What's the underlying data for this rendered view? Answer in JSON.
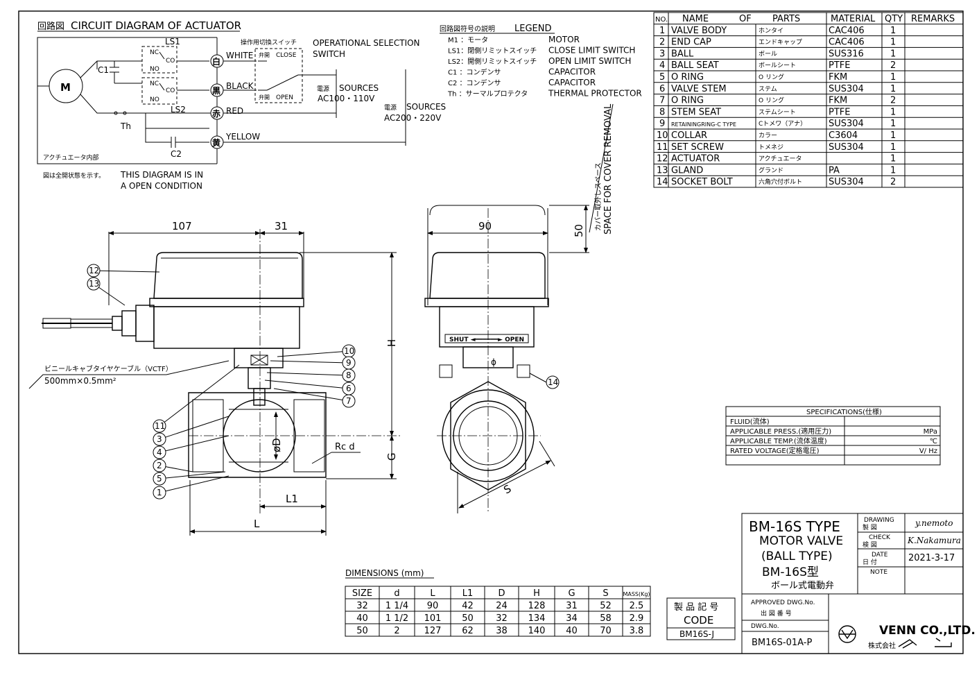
{
  "circuit": {
    "title_jp": "回路図",
    "title": "CIRCUIT DIAGRAM OF ACTUATOR",
    "motor": "M",
    "c1": "C1",
    "c2": "C2",
    "ls1": "LS1",
    "ls2": "LS2",
    "th": "Th",
    "nc": "NC",
    "no": "NO",
    "co": "CO",
    "wires": [
      {
        "kanji": "白",
        "color": "WHITE"
      },
      {
        "kanji": "黒",
        "color": "BLACK"
      },
      {
        "kanji": "赤",
        "color": "RED"
      },
      {
        "kanji": "黄",
        "color": "YELLOW"
      }
    ],
    "switch_jp": "操作用切換スイッチ",
    "switch_label": "OPERATIONAL SELECTION",
    "switch_label2": "SWITCH",
    "close_jp": "弁開",
    "close": "CLOSE",
    "open_jp": "弁開",
    "open": "OPEN",
    "source_jp": "電源",
    "source1": "SOURCES",
    "source1_v": "AC100・110V",
    "source2": "SOURCES",
    "source2_v": "AC200・220V",
    "inside_jp": "アクチュエータ内部",
    "note_jp": "図は全開状態を示す。",
    "note1": "THIS DIAGRAM IS IN",
    "note2": "A OPEN CONDITION"
  },
  "legend": {
    "title_jp": "回路図符号の説明",
    "title": "LEGEND",
    "items": [
      {
        "sym": "M1 ：モータ",
        "en": "MOTOR"
      },
      {
        "sym": "LS1：閉側リミットスイッチ",
        "en": "CLOSE LIMIT SWITCH"
      },
      {
        "sym": "LS2：開側リミットスイッチ",
        "en": "OPEN LIMIT SWITCH"
      },
      {
        "sym": "C1 ：コンデンサ",
        "en": "CAPACITOR"
      },
      {
        "sym": "C2 ：コンデンサ",
        "en": "CAPACITOR"
      },
      {
        "sym": "Th ：サーマルプロテクタ",
        "en": "THERMAL PROTECTOR"
      }
    ]
  },
  "parts": {
    "headers": [
      "NO.",
      "NAME",
      "OF",
      "PARTS",
      "MATERIAL",
      "QTY",
      "REMARKS"
    ],
    "rows": [
      {
        "no": "1",
        "name": "VALVE BODY",
        "jp": "ホンタイ",
        "mat": "CAC406",
        "qty": "1"
      },
      {
        "no": "2",
        "name": "END CAP",
        "jp": "エンドキャップ",
        "mat": "CAC406",
        "qty": "1"
      },
      {
        "no": "3",
        "name": "BALL",
        "jp": "ボール",
        "mat": "SUS316",
        "qty": "1"
      },
      {
        "no": "4",
        "name": "BALL SEAT",
        "jp": "ボールシート",
        "mat": "PTFE",
        "qty": "2"
      },
      {
        "no": "5",
        "name": "O RING",
        "jp": "O リング",
        "mat": "FKM",
        "qty": "1"
      },
      {
        "no": "6",
        "name": "VALVE STEM",
        "jp": "ステム",
        "mat": "SUS304",
        "qty": "1"
      },
      {
        "no": "7",
        "name": "O RING",
        "jp": "O リング",
        "mat": "FKM",
        "qty": "2"
      },
      {
        "no": "8",
        "name": "STEM SEAT",
        "jp": "ステムシート",
        "mat": "PTFE",
        "qty": "1"
      },
      {
        "no": "9",
        "name": "RETAININGRING-C TYPE",
        "jp": "Cトメワ（アナ）",
        "mat": "SUS304",
        "qty": "1"
      },
      {
        "no": "10",
        "name": "COLLAR",
        "jp": "カラー",
        "mat": "C3604",
        "qty": "1"
      },
      {
        "no": "11",
        "name": "SET SCREW",
        "jp": "トメネジ",
        "mat": "SUS304",
        "qty": "1"
      },
      {
        "no": "12",
        "name": "ACTUATOR",
        "jp": "アクチュエータ",
        "mat": "",
        "qty": "1"
      },
      {
        "no": "13",
        "name": "GLAND",
        "jp": "グランド",
        "mat": "PA",
        "qty": "1"
      },
      {
        "no": "14",
        "name": "SOCKET BOLT",
        "jp": "六角穴付ボルト",
        "mat": "SUS304",
        "qty": "2"
      }
    ]
  },
  "views": {
    "dim_107": "107",
    "dim_31": "31",
    "dim_90": "90",
    "dim_50": "50",
    "dim_H": "H",
    "dim_G": "G",
    "dim_L": "L",
    "dim_L1": "L1",
    "dim_D": "øD",
    "dim_Rc": "Rc d",
    "dim_S": "S",
    "cover_jp": "カバー取外しスペース",
    "cover": "SPACE FOR COVER REMOVAL",
    "shut_open": "SHUT ◄━━━━━━► OPEN",
    "cable_jp": "ビニールキャブタイヤケーブル（VCTF）",
    "cable": "500mm×0.5mm²",
    "balloons_front": [
      "12",
      "13",
      "10",
      "9",
      "8",
      "6",
      "7",
      "11",
      "3",
      "4",
      "2",
      "5",
      "1"
    ],
    "balloon_side": "14"
  },
  "specs": {
    "title": "SPECIFICATIONS(仕様)",
    "rows": [
      {
        "label": "FLUID(流体)",
        "unit": ""
      },
      {
        "label": "APPLICABLE PRESS.(適用圧力)",
        "unit": "MPa"
      },
      {
        "label": "APPLICABLE TEMP.(流体温度)",
        "unit": "℃"
      },
      {
        "label": "RATED VOLTAGE(定格電圧)",
        "unit": "V/        Hz"
      },
      {
        "label": "",
        "unit": ""
      }
    ]
  },
  "dimensions": {
    "title": "DIMENSIONS (mm)",
    "headers": [
      "SIZE",
      "d",
      "L",
      "L1",
      "D",
      "H",
      "G",
      "S",
      "MASS(Kg)"
    ],
    "rows": [
      [
        "32",
        "1 1/4",
        "90",
        "42",
        "24",
        "128",
        "31",
        "52",
        "2.5"
      ],
      [
        "40",
        "1 1/2",
        "101",
        "50",
        "32",
        "134",
        "34",
        "58",
        "2.9"
      ],
      [
        "50",
        "2",
        "127",
        "62",
        "38",
        "140",
        "40",
        "70",
        "3.8"
      ]
    ]
  },
  "code": {
    "label_jp": "製 品 記 号",
    "label": "CODE",
    "value": "BM16S-J"
  },
  "title_block": {
    "type": "BM-16S TYPE",
    "line2": "MOTOR VALVE",
    "line3": "(BALL TYPE)",
    "line4": "BM-16S型",
    "line5": "ボール式電動弁",
    "drawing": "DRAWING",
    "drawing_jp": "製 図",
    "drawing_sig": "y.nemoto",
    "check": "CHECK",
    "check_jp": "検 図",
    "check_sig": "K.Nakamura",
    "date": "DATE",
    "date_jp": "日 付",
    "date_val": "2021-3-17",
    "note": "NOTE",
    "approved": "APPROVED DWG.No.",
    "approved_jp": "出 図 番 号",
    "dwg_no_label": "DWG.No.",
    "dwg_no": "BM16S-01A-P",
    "company": "VENN CO.,LTD.",
    "company_jp": "株式会社"
  }
}
